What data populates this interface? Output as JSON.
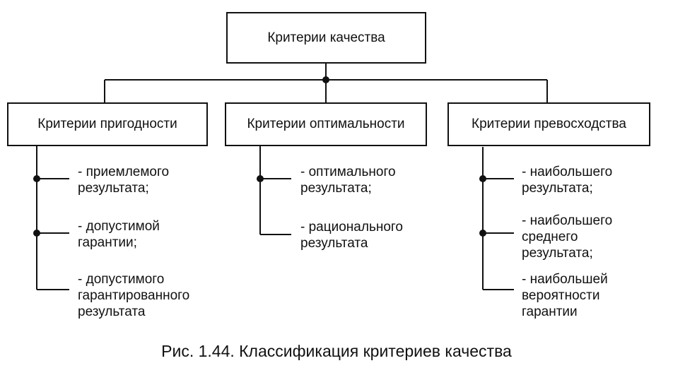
{
  "diagram": {
    "root": "Критерии качества",
    "groups": [
      {
        "title": "Критерии пригодности",
        "items": [
          "- приемлемого\nрезультата;",
          "- допустимой\nгарантии;",
          "- допустимого\nгарантированного\nрезультата"
        ]
      },
      {
        "title": "Критерии оптимальности",
        "items": [
          "- оптимального\nрезультата;",
          "- рационального\nрезультата"
        ]
      },
      {
        "title": "Критерии превосходства",
        "items": [
          "- наибольшего\nрезультата;",
          "- наибольшего\nсреднего\nрезультата;",
          "- наибольшей\nвероятности\nгарантии"
        ]
      }
    ]
  },
  "caption": "Рис. 1.44. Классификация критериев качества"
}
